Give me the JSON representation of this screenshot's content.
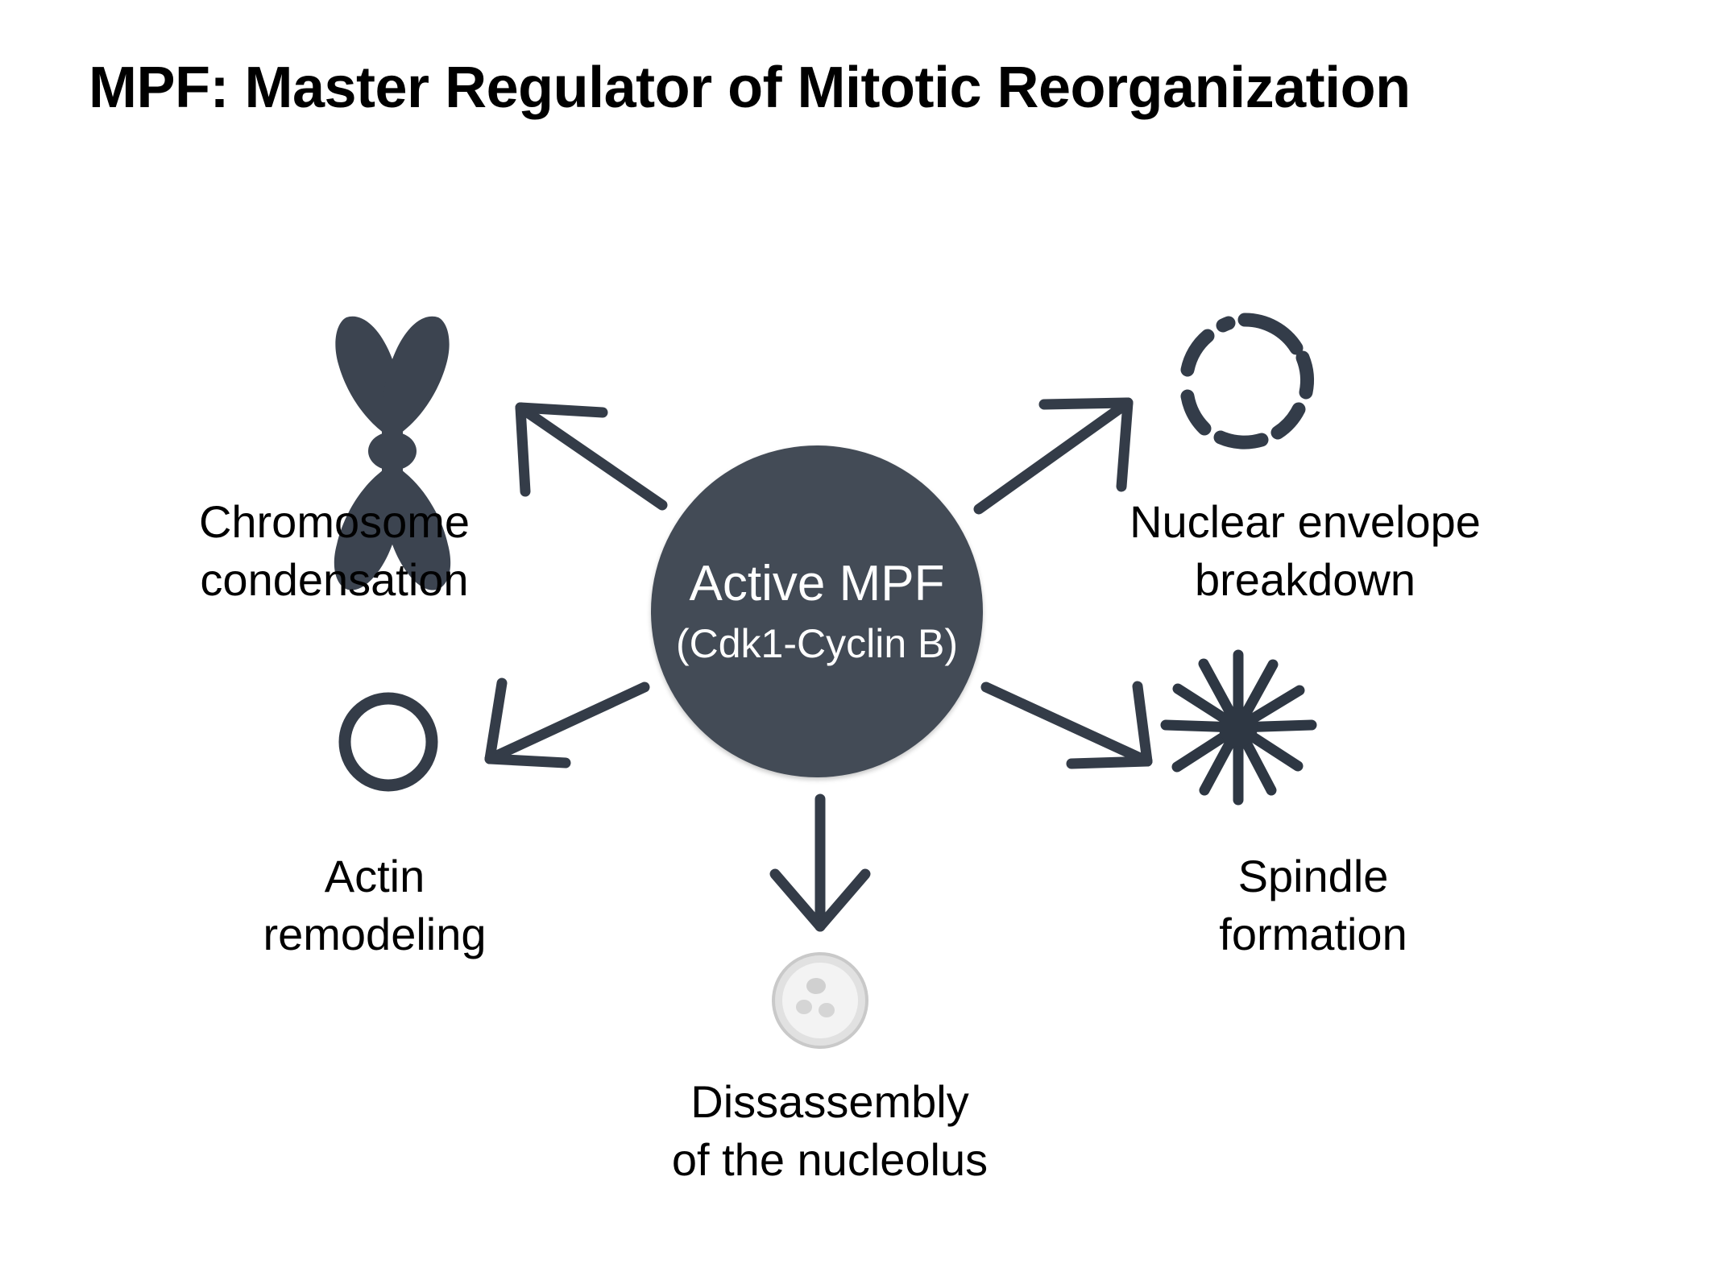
{
  "slide": {
    "title": "MPF: Master Regulator of Mitotic Reorganization",
    "background_color": "#ffffff",
    "accent_color": "#434b56",
    "text_color": "#000000"
  },
  "hub": {
    "name": "Active MPF",
    "subtitle": "(Cdk1-Cyclin B)",
    "fill_color": "#434b56",
    "text_color": "#ffffff"
  },
  "outcomes": [
    {
      "id": "chromosome-condensation",
      "label": "Chromosome\ncondensation",
      "icon": "chromosome-icon",
      "position": "top-left"
    },
    {
      "id": "nuclear-envelope-breakdown",
      "label": "Nuclear envelope\nbreakdown",
      "icon": "dashed-nuclear-envelope-icon",
      "position": "top-right"
    },
    {
      "id": "actin-remodeling",
      "label": "Actin\nremodeling",
      "icon": "actin-ring-icon",
      "position": "bottom-left"
    },
    {
      "id": "spindle-formation",
      "label": "Spindle\nformation",
      "icon": "spindle-aster-icon",
      "position": "bottom-right"
    },
    {
      "id": "nucleolus-disassembly",
      "label": "Dissassembly\nof the nucleolus",
      "icon": "nucleolus-icon",
      "position": "bottom-center"
    }
  ],
  "arrows": [
    {
      "id": "arrow-to-chromosome",
      "from": "hub",
      "to": "chromosome-condensation",
      "direction": "up-left"
    },
    {
      "id": "arrow-to-nuclear-envelope",
      "from": "hub",
      "to": "nuclear-envelope-breakdown",
      "direction": "up-right"
    },
    {
      "id": "arrow-to-actin",
      "from": "hub",
      "to": "actin-remodeling",
      "direction": "down-left"
    },
    {
      "id": "arrow-to-spindle",
      "from": "hub",
      "to": "spindle-formation",
      "direction": "down-right"
    },
    {
      "id": "arrow-to-nucleolus",
      "from": "hub",
      "to": "nucleolus-disassembly",
      "direction": "down"
    }
  ]
}
